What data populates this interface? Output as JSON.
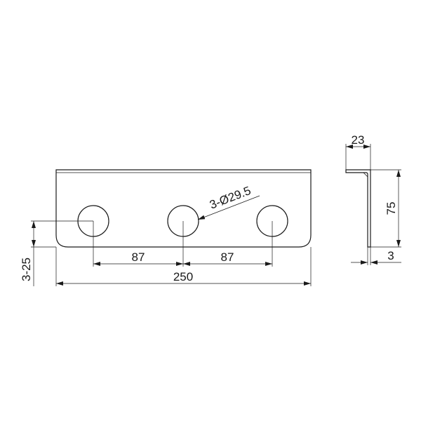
{
  "front_view": {
    "width_label": "250",
    "spacing_left_label": "87",
    "spacing_right_label": "87",
    "hole_label": "3-Ø29.5",
    "edge_offset_label": "3-25"
  },
  "side_view": {
    "flange_label": "23",
    "height_label": "75",
    "thickness_label": "3"
  }
}
